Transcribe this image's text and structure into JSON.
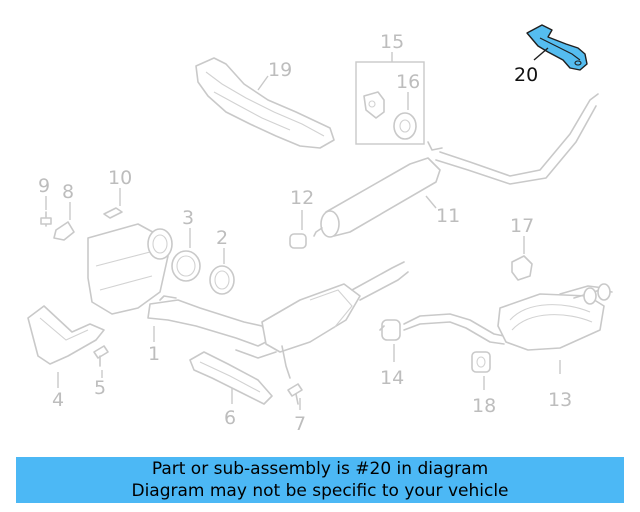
{
  "diagram": {
    "highlight_color": "#55bdf0",
    "part_color": "#c9c9c9",
    "highlighted_part": "20",
    "callouts": {
      "p1": "1",
      "p2": "2",
      "p3": "3",
      "p4": "4",
      "p5": "5",
      "p6": "6",
      "p7": "7",
      "p8": "8",
      "p9": "9",
      "p10": "10",
      "p11": "11",
      "p12": "12",
      "p13": "13",
      "p14": "14",
      "p15": "15",
      "p16": "16",
      "p17": "17",
      "p18": "18",
      "p19": "19",
      "p20": "20"
    }
  },
  "banner": {
    "line1": "Part or sub-assembly is #20 in diagram",
    "line2": "Diagram may not be specific to your vehicle",
    "background": "#4cb8f5"
  }
}
